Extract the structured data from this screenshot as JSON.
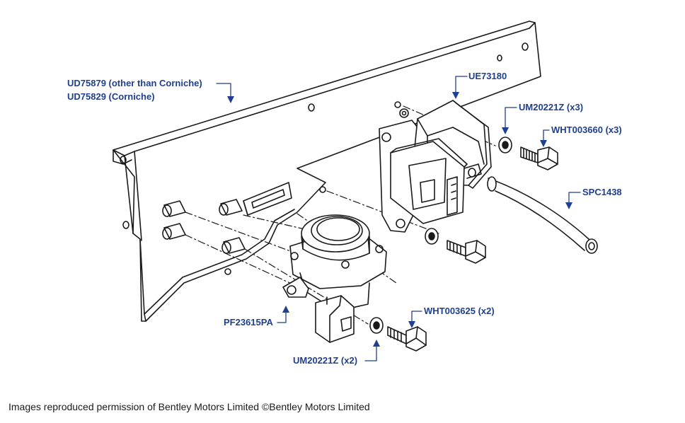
{
  "colors": {
    "label": "#1f3f8f",
    "line": "#1a1a1a",
    "arrow": "#1f3f8f"
  },
  "labels": {
    "bracket_1": "UD75879 (other than Corniche)",
    "bracket_2": "UD75829 (Corniche)",
    "actuator": "UE73180",
    "washer_top": "UM20221Z (x3)",
    "bolt_top": "WHT003660 (x3)",
    "hose": "SPC1438",
    "bolt_bottom": "WHT003625 (x2)",
    "switch": "PF23615PA",
    "washer_bottom": "UM20221Z (x2)"
  },
  "footer": {
    "credit": "Images reproduced permission of Bentley Motors Limited ©Bentley Motors Limited"
  }
}
